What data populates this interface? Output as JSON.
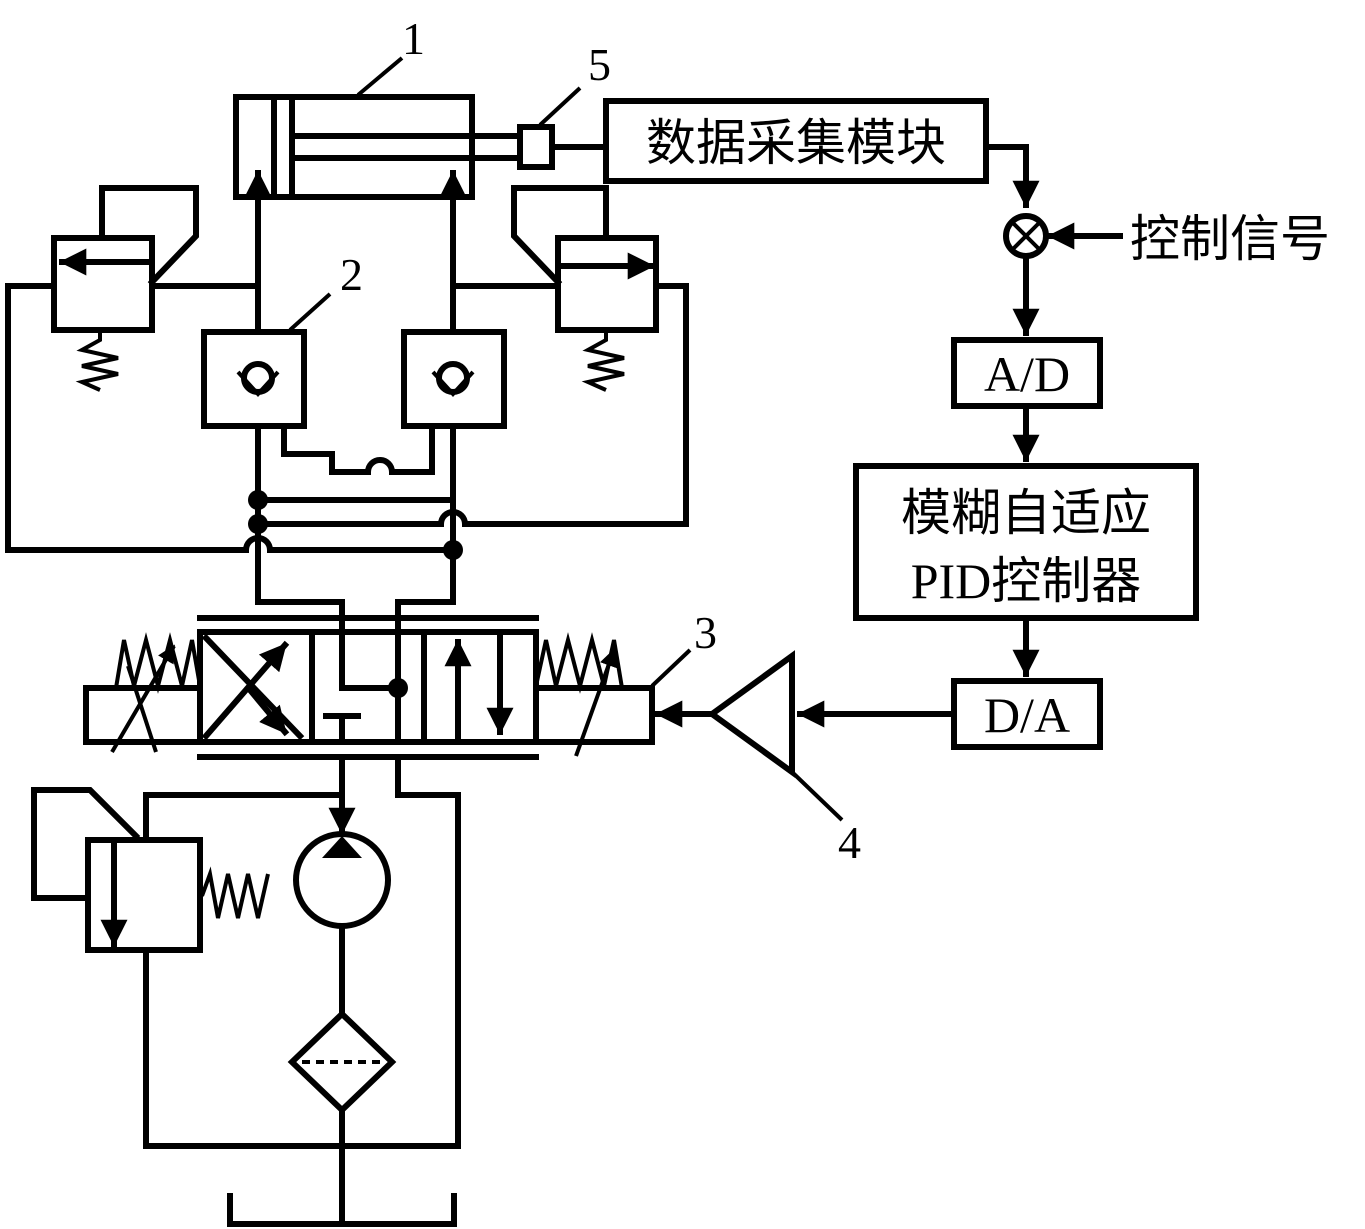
{
  "labels": {
    "cylinder": "1",
    "check_valve": "2",
    "servo_valve": "3",
    "amplifier": "4",
    "sensor": "5"
  },
  "blocks": {
    "data_acquisition": "数据采集模块",
    "ad": "A/D",
    "controller_line1": "模糊自适应",
    "controller_line2": "PID控制器",
    "da": "D/A"
  },
  "signals": {
    "control_signal": "控制信号"
  }
}
